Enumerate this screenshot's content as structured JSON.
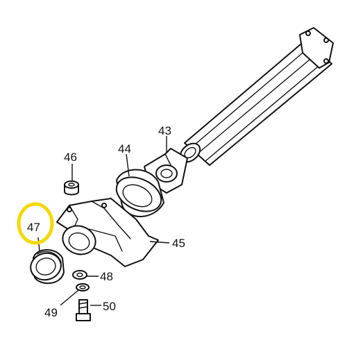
{
  "diagram": {
    "callouts": {
      "43": "43",
      "44": "44",
      "45": "45",
      "46": "46",
      "47": "47",
      "48": "48",
      "49": "49",
      "50": "50"
    },
    "highlighted_part": "47",
    "highlight_color": "#f5d80a"
  }
}
